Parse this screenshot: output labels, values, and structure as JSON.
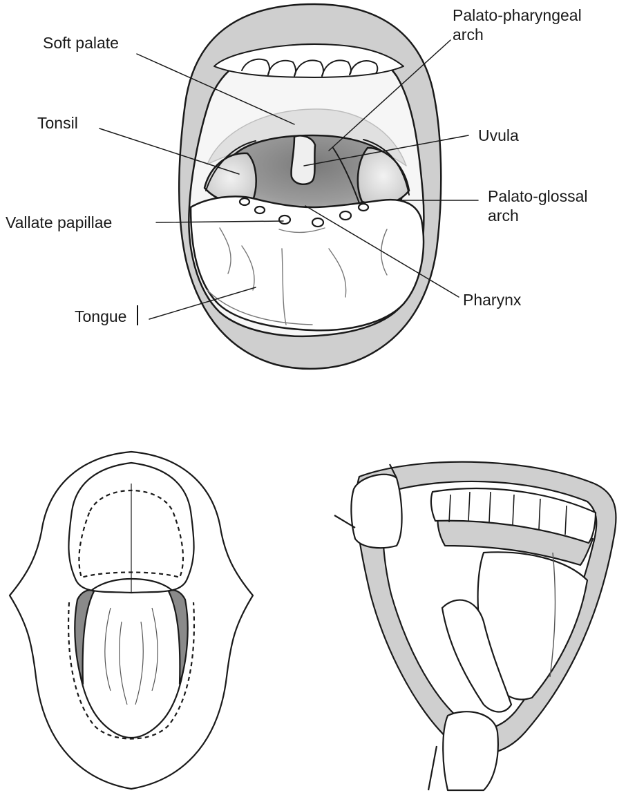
{
  "labels": {
    "soft_palate": "Soft palate",
    "palato_pharyngeal_arch": "Palato-pharyngeal\narch",
    "tonsil": "Tonsil",
    "uvula": "Uvula",
    "palato_glossal_arch": "Palato-glossal\narch",
    "vallate_papillae": "Vallate papillae",
    "pharynx": "Pharynx",
    "tongue": "Tongue"
  },
  "colors": {
    "line": "#1a1a1a",
    "lip_gray": "#c9c9c9",
    "throat_dark": "#8c8c8c",
    "throat_mid": "#b3b3b3",
    "tonsil_light": "#e3e3e3",
    "background": "#ffffff"
  }
}
